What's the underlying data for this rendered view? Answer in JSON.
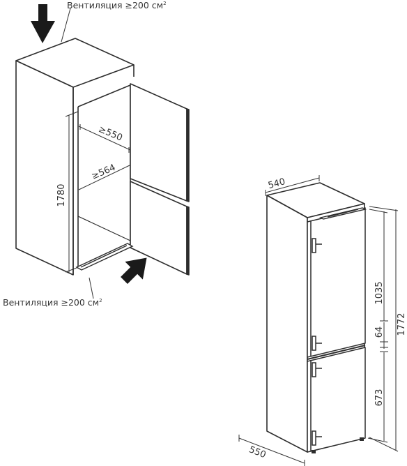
{
  "niche": {
    "vent_top": "Вентиляция ≥200 см",
    "vent_bottom": "Вентиляция ≥200 см",
    "vent_superscript": "2",
    "height": "1780",
    "depth": "≥550",
    "width": "≥564"
  },
  "appliance": {
    "width": "540",
    "depth": "550",
    "upper_door": "1035",
    "gap": "64",
    "lower_door": "673",
    "total_height": "1772"
  }
}
